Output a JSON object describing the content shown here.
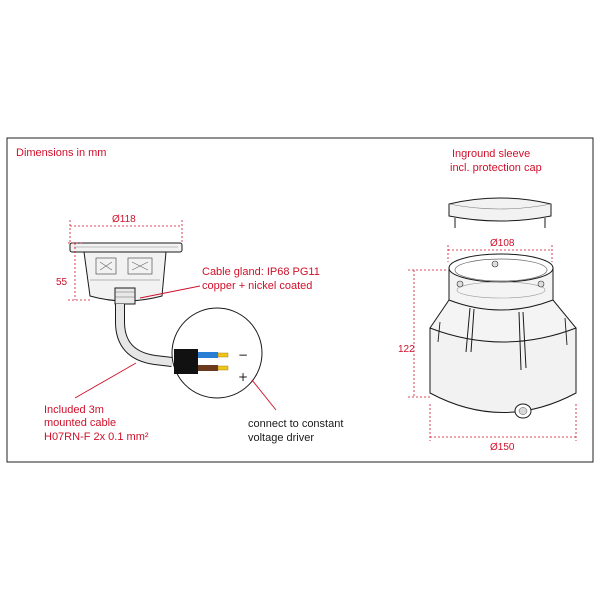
{
  "title": "Dimensions in mm",
  "dimensions": {
    "lamp_diameter": "Ø118",
    "lamp_height": "55",
    "sleeve_top_diameter": "Ø108",
    "sleeve_height": "122",
    "sleeve_bottom_diameter": "Ø150"
  },
  "labels": {
    "sleeve_line1": "Inground sleeve",
    "sleeve_line2": "incl. protection cap",
    "gland_line1": "Cable gland: IP68 PG11",
    "gland_line2": "copper + nickel coated",
    "cable_line1": "Included 3m",
    "cable_line2": "mounted cable",
    "cable_line3": "H07RN-F 2x 0.1 mm²",
    "driver_line1": "connect to constant",
    "driver_line2": "voltage driver"
  },
  "polarity": {
    "negative": "−",
    "positive": "+"
  },
  "colors": {
    "accent": "#d0102a",
    "outline": "#1a1a1a",
    "body_fill": "#f2f2f2",
    "wire_blue": "#2a7fd4",
    "wire_brown": "#6b3a1e",
    "terminal_yellow": "#f0c419"
  }
}
